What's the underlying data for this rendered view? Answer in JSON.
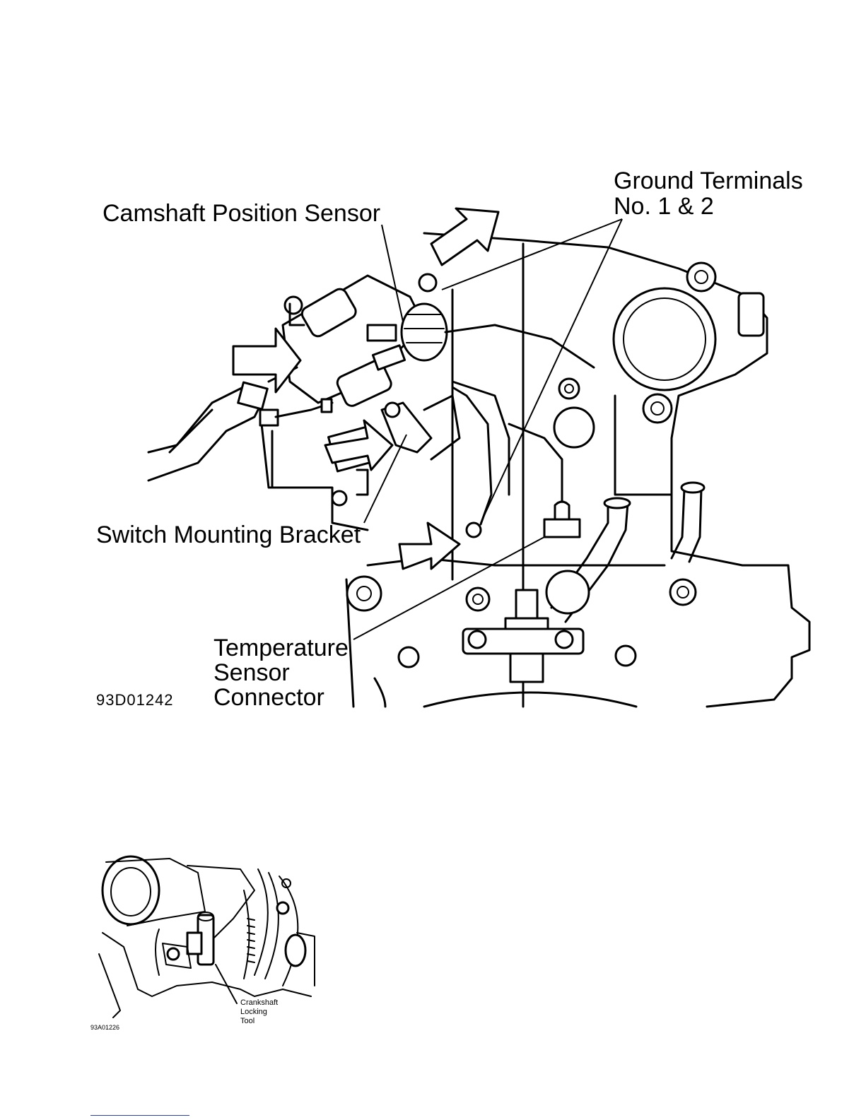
{
  "figure1": {
    "labels": {
      "ground_terminals_line1": "Ground Terminals",
      "ground_terminals_line2": "No. 1 & 2",
      "camshaft_position_sensor": "Camshaft Position Sensor",
      "switch_mounting_bracket": "Switch Mounting Bracket",
      "temperature_sensor_line1": "Temperature",
      "temperature_sensor_line2": "Sensor",
      "temperature_sensor_line3": "Connector"
    },
    "figure_code": "93D01242"
  },
  "figure2": {
    "labels": {
      "crankshaft_line1": "Crankshaft",
      "crankshaft_line2": "Locking",
      "crankshaft_line3": "Tool"
    },
    "figure_code": "93A01226"
  },
  "colors": {
    "ink": "#000000",
    "paper": "#ffffff",
    "link": "#2a3fb0"
  }
}
